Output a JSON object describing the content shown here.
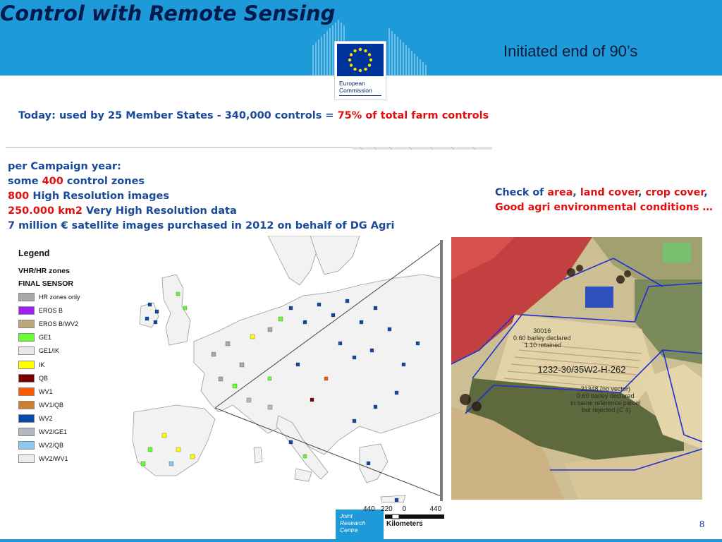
{
  "slide": {
    "title": "Control with Remote Sensing",
    "subtitle": "Initiated end of 90’s",
    "page_number": "8"
  },
  "logo": {
    "text": "European\nCommission"
  },
  "headline": {
    "part1": "Today: used by 25 Member States - 340,000 controls = ",
    "highlight": "75% of total farm controls"
  },
  "stats": {
    "line1": "per Campaign year:",
    "line2_pre": "some ",
    "line2_num": "400",
    "line2_post": " control zones",
    "line3_num": "800",
    "line3_post": " High Resolution images",
    "line4_num": "250.000 km2",
    "line4_post": " Very High Resolution data",
    "line5": "7 million € satellite images purchased in 2012 on behalf of DG Agri"
  },
  "check": {
    "lead": "Check of ",
    "area": "area",
    "sep1": ", ",
    "land_cover": "land cover",
    "sep2": ", ",
    "crop_cover": "crop cover",
    "sep3": ", ",
    "gaec": "Good agri environmental conditions",
    "tail": " …"
  },
  "legend": {
    "title": "Legend",
    "zones": "VHR/HR zones",
    "sensor": "FINAL SENSOR",
    "items": [
      {
        "label": "HR zones only",
        "color": "#a8a8a8"
      },
      {
        "label": "EROS B",
        "color": "#a020f0"
      },
      {
        "label": "EROS B/WV2",
        "color": "#b8a878"
      },
      {
        "label": "GE1",
        "color": "#66ff33"
      },
      {
        "label": "GE1/IK",
        "color": "#e8e8e8"
      },
      {
        "label": "IK",
        "color": "#ffff00"
      },
      {
        "label": "QB",
        "color": "#7a0000"
      },
      {
        "label": "WV1",
        "color": "#ff5a00"
      },
      {
        "label": "WV1/QB",
        "color": "#cd7f32"
      },
      {
        "label": "WV2",
        "color": "#0a4aa8"
      },
      {
        "label": "WV2/GE1",
        "color": "#b4b8c0"
      },
      {
        "label": "WV2/QB",
        "color": "#8ec8f0"
      },
      {
        "label": "WV2/WV1",
        "color": "#ededed"
      }
    ]
  },
  "photo": {
    "label_main": "1232-30/35W2-H-262",
    "label_a": "30016\n0.60 barley declared\n1.10 retained",
    "label_b": "31348 (no vector)\n0.60 barley declared\nin same reference parcel\nbut rejected (C 4)"
  },
  "scale": {
    "ticks": "440   220     0            440",
    "unit": "Kilometers"
  },
  "jrc": {
    "text": "Joint\nResearch\nCentre"
  },
  "colors": {
    "header": "#1f9ad8",
    "title": "#001a4d",
    "text_blue": "#1a4a9a",
    "highlight_red": "#e01010"
  }
}
